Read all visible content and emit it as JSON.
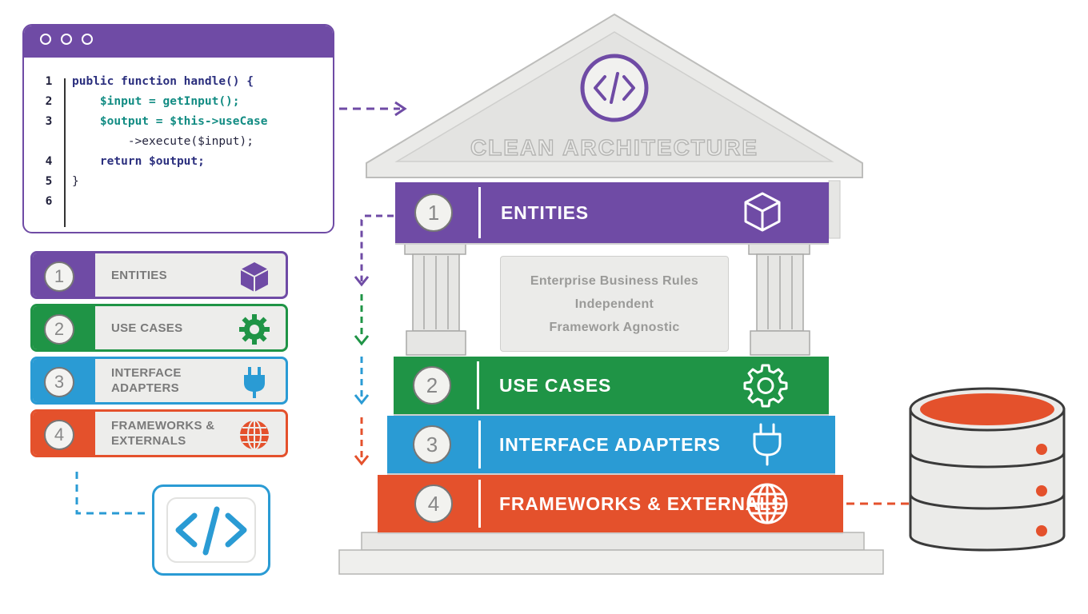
{
  "colors": {
    "purple": "#6f4ba5",
    "green": "#1f9446",
    "blue": "#2a9bd4",
    "red": "#e4512c",
    "stone": "#e7e7e5"
  },
  "code_window": {
    "lines": [
      {
        "num": "1",
        "text": "public function handle() {"
      },
      {
        "num": "2",
        "text": "    $input = getInput();"
      },
      {
        "num": "3",
        "text": "    $output = $this->useCase"
      },
      {
        "num": "",
        "text": "        ->execute($input);"
      },
      {
        "num": "4",
        "text": "    return $output;"
      },
      {
        "num": "5",
        "text": "}"
      },
      {
        "num": "6",
        "text": ""
      }
    ]
  },
  "legend": [
    {
      "num": "1",
      "line1": "ENTITIES",
      "line2": "",
      "icon": "cube-icon"
    },
    {
      "num": "2",
      "line1": "USE CASES",
      "line2": "",
      "icon": "gear-icon"
    },
    {
      "num": "3",
      "line1": "INTERFACE",
      "line2": "ADAPTERS",
      "icon": "plug-icon"
    },
    {
      "num": "4",
      "line1": "FRAMEWORKS &",
      "line2": "EXTERNALS",
      "icon": "globe-icon"
    }
  ],
  "temple": {
    "title": "CLEAN ARCHITECTURE",
    "layers": [
      {
        "num": "1",
        "label": "ENTITIES",
        "icon": "cube-icon"
      },
      {
        "num": "2",
        "label": "USE CASES",
        "icon": "gear-icon"
      },
      {
        "num": "3",
        "label": "INTERFACE ADAPTERS",
        "icon": "plug-icon"
      },
      {
        "num": "4",
        "label": "FRAMEWORKS & EXTERNALS",
        "icon": "globe-icon"
      }
    ],
    "rules": [
      "Enterprise Business Rules",
      "Independent",
      "Framework Agnostic"
    ]
  },
  "icons": {
    "code": "code-brackets-icon",
    "database": "database-icon"
  }
}
